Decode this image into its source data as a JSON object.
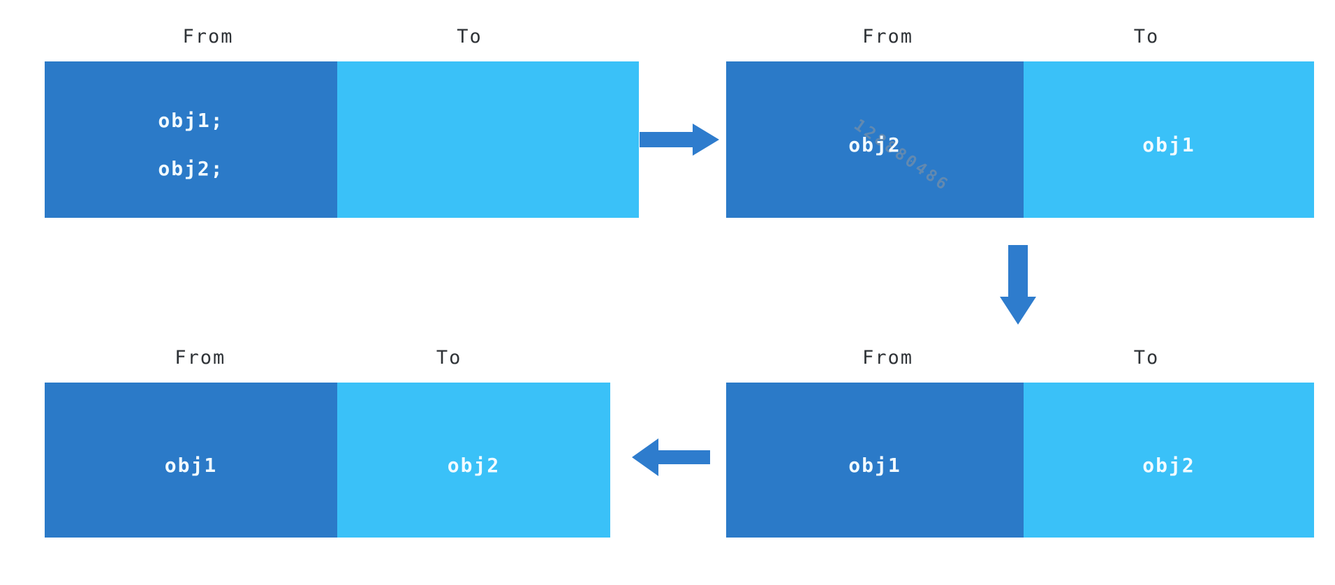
{
  "colors": {
    "from_space": "#2b7ac8",
    "to_space": "#3ac1f8",
    "arrow": "#2e7ccd",
    "label_text": "#2f3337",
    "object_text": "#f2fbff",
    "watermark_text": "#8f979e",
    "background": "#ffffff"
  },
  "panels": [
    {
      "id": "top-left",
      "from_label": "From",
      "to_label": "To",
      "from_lines": [
        "obj1;",
        "obj2;"
      ],
      "to_lines": []
    },
    {
      "id": "top-right",
      "from_label": "From",
      "to_label": "To",
      "from_lines": [
        "obj2"
      ],
      "to_lines": [
        "obj1"
      ],
      "watermark": "128880486"
    },
    {
      "id": "bottom-left",
      "from_label": "From",
      "to_label": "To",
      "from_lines": [
        "obj1"
      ],
      "to_lines": [
        "obj2"
      ]
    },
    {
      "id": "bottom-right",
      "from_label": "From",
      "to_label": "To",
      "from_lines": [
        "obj1"
      ],
      "to_lines": [
        "obj2"
      ]
    }
  ],
  "arrows": [
    {
      "id": "right",
      "direction": "right"
    },
    {
      "id": "down",
      "direction": "down"
    },
    {
      "id": "left",
      "direction": "left"
    }
  ]
}
